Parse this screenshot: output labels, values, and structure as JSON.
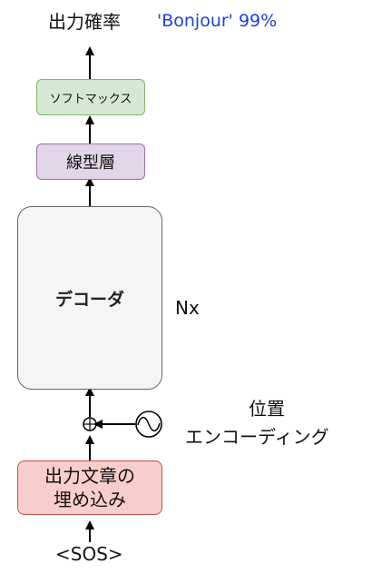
{
  "output_probability": {
    "label": "出力確率",
    "value": "'Bonjour' 99%",
    "value_color": "#1f3fd6"
  },
  "softmax": {
    "label": "ソフトマックス",
    "fill": "#d5e8d4",
    "stroke": "#82b366"
  },
  "linear": {
    "label": "線型層",
    "fill": "#e1d5e7",
    "stroke": "#9673a6"
  },
  "decoder": {
    "label": "デコーダ",
    "repeat": "Nx",
    "fill": "#f5f5f5",
    "stroke": "#666666"
  },
  "positional_encoding": {
    "line1": "位置",
    "line2": "エンコーディング"
  },
  "output_embedding": {
    "line1": "出力文章の",
    "line2": "埋め込み",
    "fill": "#f8cecc",
    "stroke": "#b85450"
  },
  "input_token": {
    "label": "<SOS>"
  }
}
